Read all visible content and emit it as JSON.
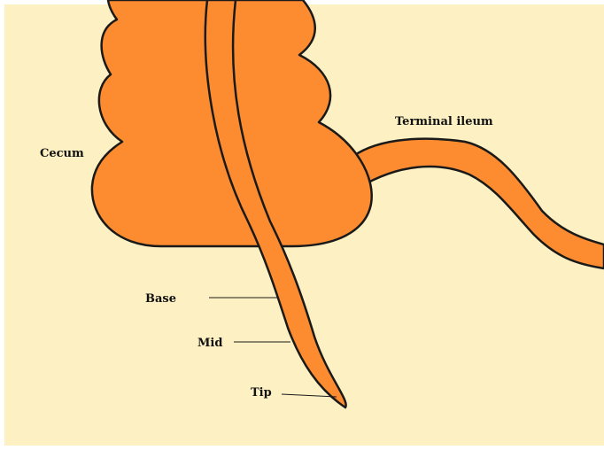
{
  "colors": {
    "background": "#FDF0C2",
    "organ_fill": "#FD8B2F",
    "outline": "#1A1A1A",
    "label_text": "#111111"
  },
  "labels": {
    "cecum": "Cecum",
    "terminal_ileum": "Terminal ileum",
    "base": "Base",
    "mid": "Mid",
    "tip": "Tip"
  }
}
